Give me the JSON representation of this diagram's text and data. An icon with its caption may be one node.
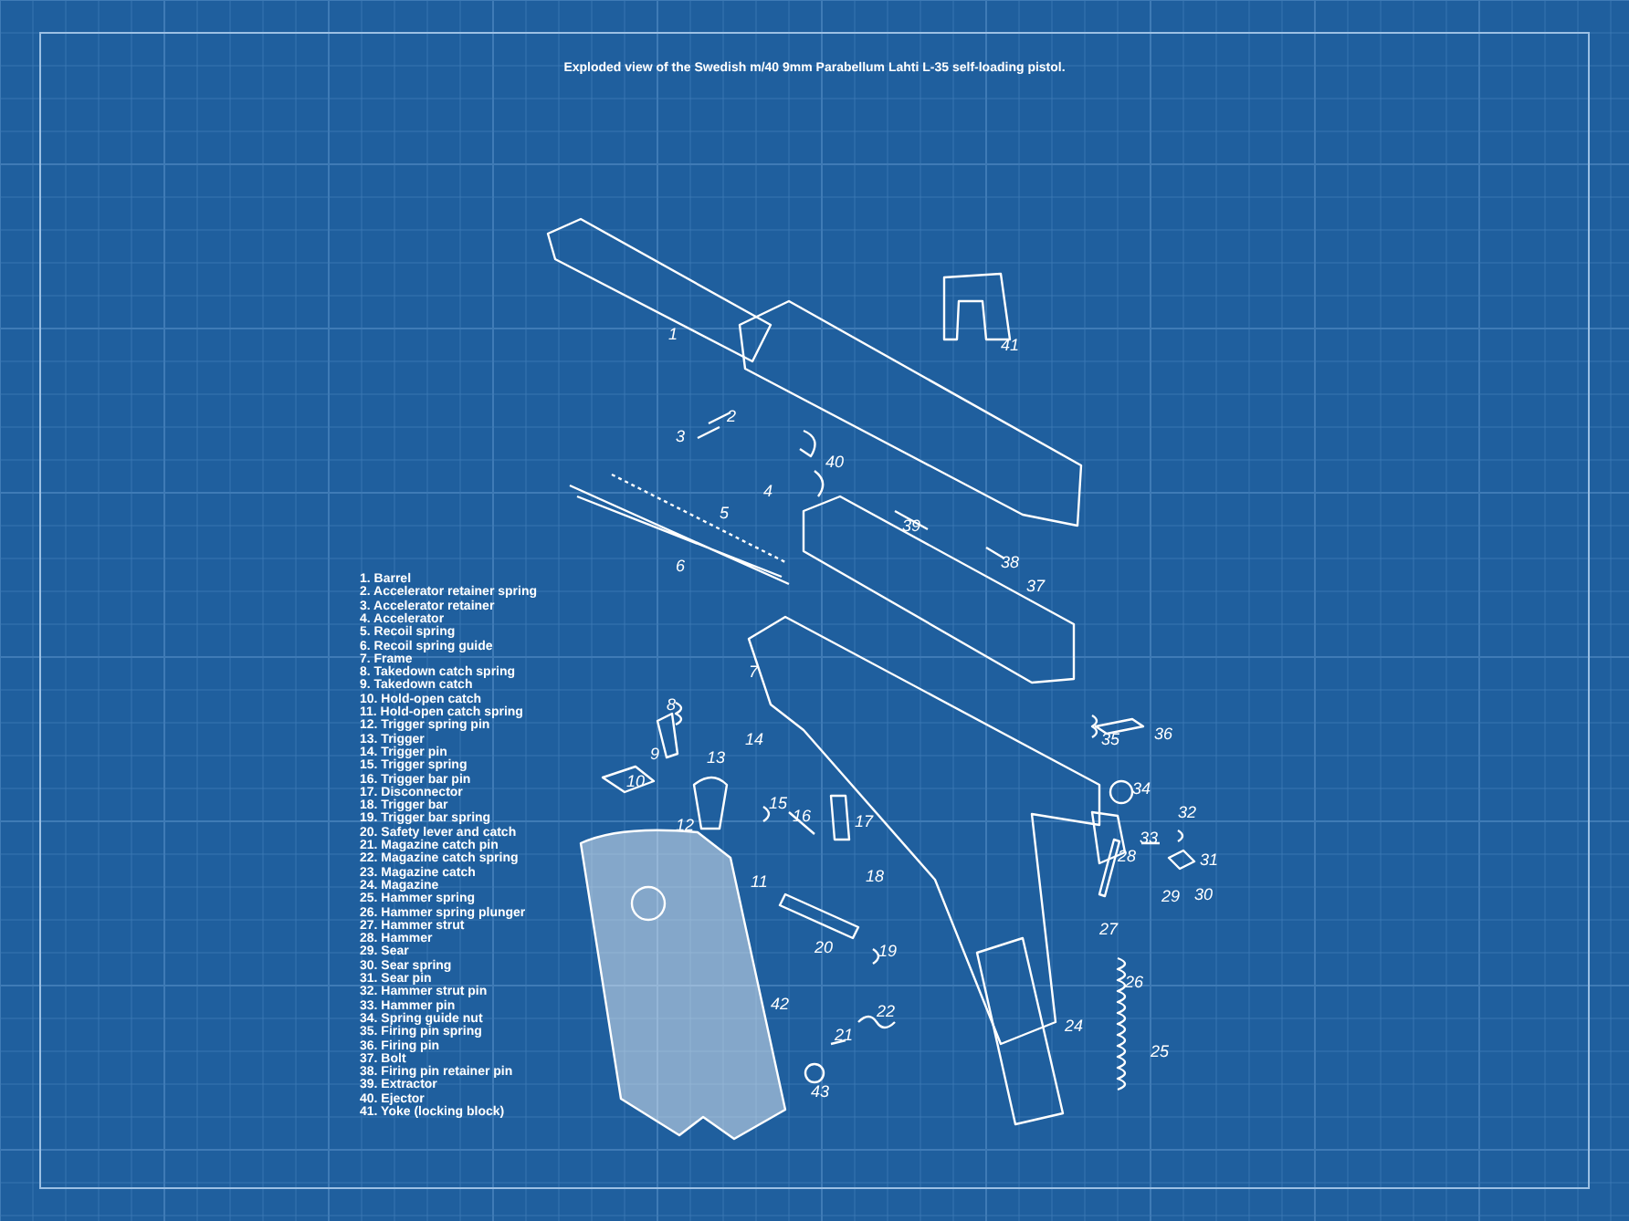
{
  "diagram": {
    "title": "Exploded view of the Swedish m/40 9mm Parabellum Lahti L-35 self-loading pistol.",
    "labels": [
      "41",
      "1",
      "2",
      "3",
      "40",
      "4",
      "5",
      "39",
      "6",
      "38",
      "37",
      "7",
      "36",
      "35",
      "8",
      "14",
      "9",
      "13",
      "34",
      "10",
      "12",
      "15",
      "16",
      "17",
      "32",
      "33",
      "28",
      "31",
      "11",
      "29",
      "30",
      "18",
      "20",
      "27",
      "19",
      "26",
      "42",
      "22",
      "21",
      "24",
      "25",
      "43",
      "1. Barrel",
      "2. Accelerator retainer spring",
      "3. Accelerator retainer",
      "4. Accelerator",
      "5. Recoil spring",
      "6. Recoil spring guide",
      "7. Frame",
      "8. Takedown catch spring",
      "9. Takedown catch",
      "10. Hold-open catch",
      "11. Hold-open catch spring",
      "12. Trigger spring pin",
      "13. Trigger",
      "14. Trigger pin",
      "15. Trigger spring",
      "16. Trigger bar pin",
      "17. Disconnector",
      "18. Trigger bar",
      "19. Trigger bar spring",
      "20. Safety lever and catch",
      "21. Magazine catch pin",
      "22. Magazine catch spring",
      "23. Magazine catch",
      "24. Magazine",
      "25. Hammer spring",
      "26. Hammer spring plunger",
      "27. Hammer strut",
      "28. Hammer",
      "29. Sear",
      "30. Sear spring",
      "31. Sear pin",
      "32. Hammer strut pin",
      "33. Hammer pin",
      "34. Spring guide nut",
      "35. Firing pin spring",
      "36. Firing pin",
      "37. Bolt",
      "38. Firing pin retainer pin",
      "39. Extractor",
      "40. Ejector",
      "41. Yoke (locking block)"
    ]
  }
}
